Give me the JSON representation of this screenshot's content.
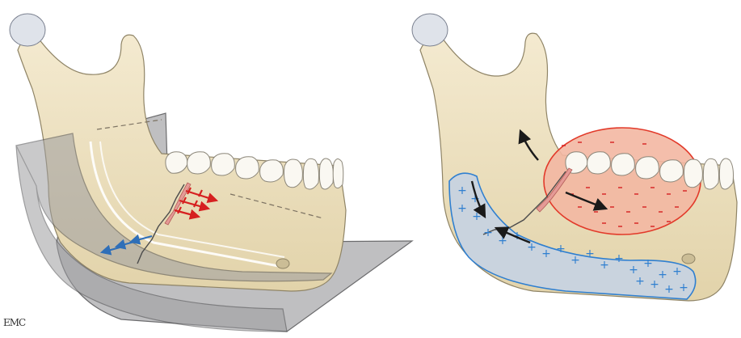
{
  "figure": {
    "panels": [
      {
        "id": "left",
        "subject": "mandible-fracture-with-plate-planes",
        "arrow_color": "#d62020",
        "secondary_arrow_color": "#2f6fb8",
        "plane_color": "#a9a9ab"
      },
      {
        "id": "right",
        "subject": "mandible-fracture-tension-compression-zones",
        "tension_zone_color": "#f3b7a2",
        "tension_zone_border": "#e23a2a",
        "compression_zone_color": "#c9d3de",
        "compression_zone_border": "#2f7fd0",
        "tension_symbol": "-",
        "compression_symbol": "+",
        "arrow_color": "#1a1a1a"
      }
    ],
    "colors": {
      "bone": "#efe4c7",
      "bone_shadow": "#d7c9a4",
      "bone_outline": "#8f8466",
      "condyle_cap": "#dfe3ea",
      "tooth": "#faf8f2",
      "fracture": "#e59a96"
    },
    "signature": "EMC"
  }
}
